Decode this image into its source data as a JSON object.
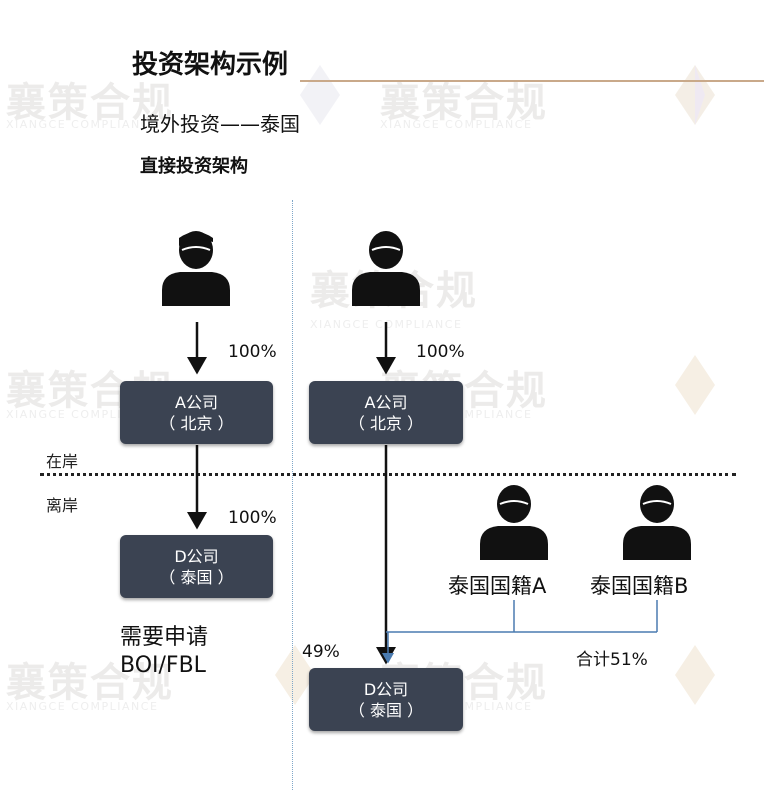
{
  "header": {
    "title": "投资架构示例",
    "subtitle": "境外投资——泰国",
    "subhead": "直接投资架构"
  },
  "zones": {
    "onshore": "在岸",
    "offshore": "离岸"
  },
  "left_structure": {
    "company_a": {
      "line1": "A公司",
      "line2": "（ 北京 ）"
    },
    "company_d": {
      "line1": "D公司",
      "line2": "（ 泰国 ）"
    },
    "pct_top": "100%",
    "pct_bottom": "100%",
    "note_line1": "需要申请",
    "note_line2": "BOI/FBL"
  },
  "right_structure": {
    "company_a": {
      "line1": "A公司",
      "line2": "（ 北京 ）"
    },
    "company_d": {
      "line1": "D公司",
      "line2": "（ 泰国 ）"
    },
    "pct_top": "100%",
    "pct_a_to_d": "49%",
    "thai_a": "泰国国籍A",
    "thai_b": "泰国国籍B",
    "combined": "合计51%"
  },
  "watermark": {
    "text": "襄策合规",
    "sub": "XIANGCE COMPLIANCE"
  },
  "colors": {
    "box": "#3b4352",
    "accent_rule": "#c9a98a",
    "connector_blue": "#4a7bb0"
  }
}
